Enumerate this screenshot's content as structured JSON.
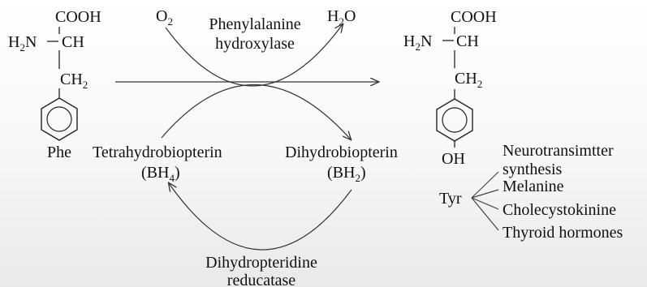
{
  "phe": {
    "cooh": "COOH",
    "h2n_main": "H",
    "h2n_sub": "2",
    "h2n_tail": "N",
    "ch": "CH",
    "ch2_main": "CH",
    "ch2_sub": "2",
    "name": "Phe"
  },
  "tyr": {
    "cooh": "COOH",
    "h2n_main": "H",
    "h2n_sub": "2",
    "h2n_tail": "N",
    "ch": "CH",
    "ch2_main": "CH",
    "ch2_sub": "2",
    "oh": "OH",
    "name": "Tyr"
  },
  "top_reaction": {
    "o2_main": "O",
    "o2_sub": "2",
    "h2o_main": "H",
    "h2o_sub": "2",
    "h2o_tail": "O",
    "enzyme_line1": "Phenylalanine",
    "enzyme_line2": "hydroxylase"
  },
  "cofactor_cycle": {
    "bh4_name": "Tetrahydrobiopterin",
    "bh4_formula_main": "(BH",
    "bh4_formula_sub": "4",
    "bh4_formula_tail": ")",
    "bh2_name": "Dihydrobiopterin",
    "bh2_formula_main": "(BH",
    "bh2_formula_sub": "2",
    "bh2_formula_tail": ")",
    "enzyme_line1": "Dihydropteridine",
    "enzyme_line2": "reducatase"
  },
  "tyr_products": [
    "Neurotransimtter",
    "synthesis",
    "Melanine",
    "Cholecystokinine",
    "Thyroid hormones"
  ]
}
